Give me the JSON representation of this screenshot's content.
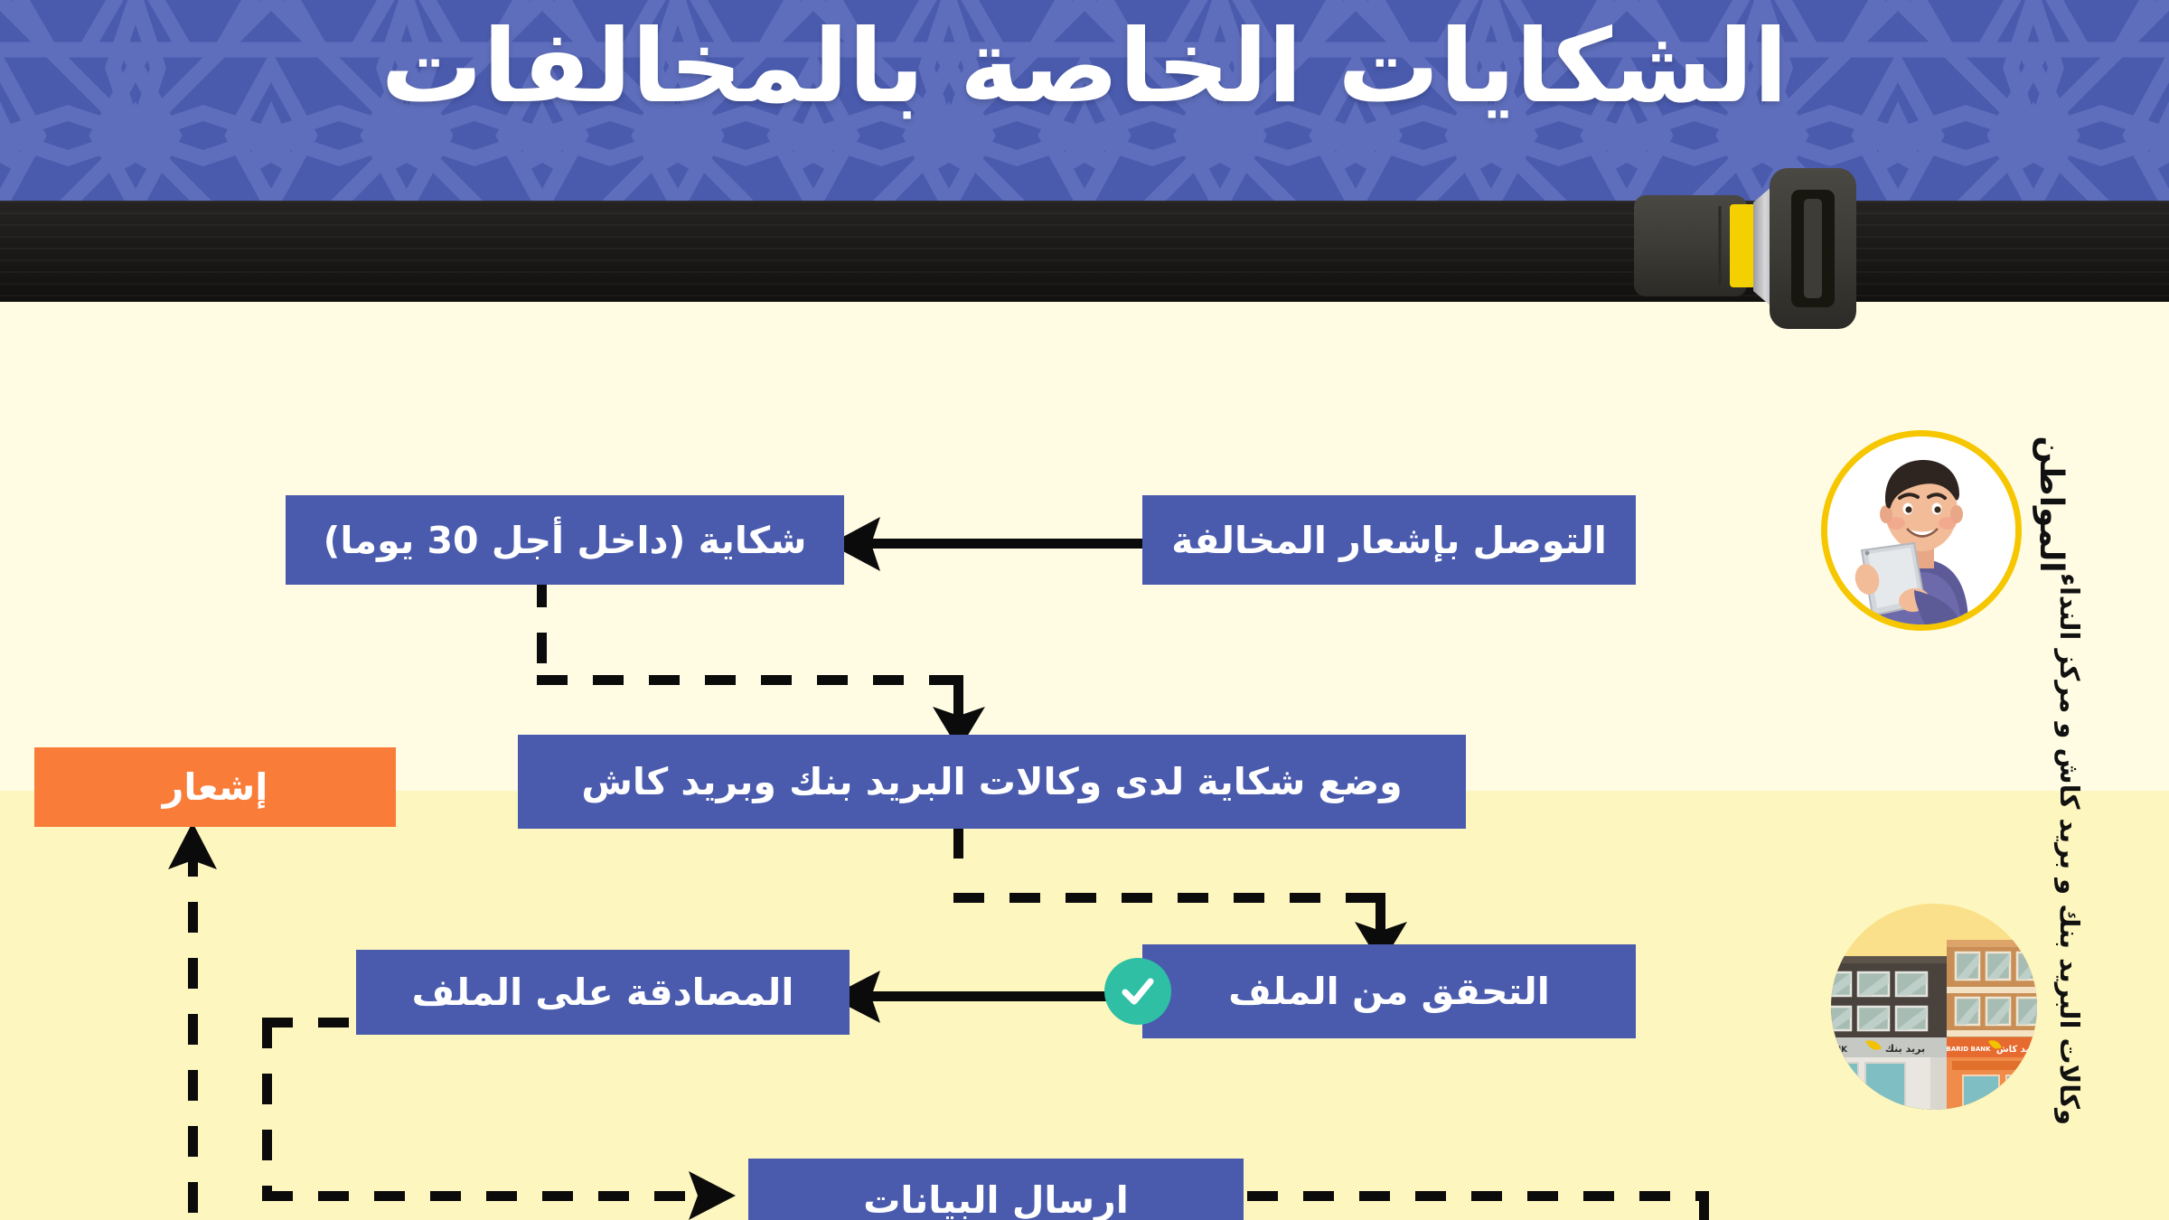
{
  "header": {
    "title": "الشكايات الخاصة بالمخالفات",
    "background_color": "#4A5BAE",
    "pattern_color": "#5E6EBC",
    "title_color": "#FFFFFF"
  },
  "belt": {
    "strap_color": "#1B1A18",
    "buckle_body_color": "#3B3A35",
    "buckle_button_color": "#F5D000",
    "tongue_color": "#C9C9CB"
  },
  "canvas": {
    "background_top": "#FFFCE3",
    "background_bottom": "#FDF6BE"
  },
  "theme": {
    "node_blue": "#4A5BAE",
    "node_orange": "#F97C39",
    "check_green": "#2EBFA5",
    "connector_black": "#0B0B0B",
    "avatar_ring_yellow": "#F6C700",
    "avatar_disc_yellow": "#FAE08A"
  },
  "lanes": [
    {
      "id": "citizen",
      "label": "المواطن"
    },
    {
      "id": "agencies",
      "label": "وكالات البريد بنك و بريد كاش و مركز النداء"
    }
  ],
  "nodes": [
    {
      "id": "notice",
      "label": "التوصل بإشعار المخالفة",
      "color": "#4A5BAE"
    },
    {
      "id": "complaint",
      "label": "شكاية (داخل أجل 30 يوما)",
      "color": "#4A5BAE"
    },
    {
      "id": "file_claim",
      "label": "وضع شكاية لدى وكالات البريد بنك وبريد كاش",
      "color": "#4A5BAE"
    },
    {
      "id": "notification",
      "label": "إشعار",
      "color": "#F97C39"
    },
    {
      "id": "verify",
      "label": "التحقق من الملف",
      "color": "#4A5BAE"
    },
    {
      "id": "approve",
      "label": "المصادقة على الملف",
      "color": "#4A5BAE"
    },
    {
      "id": "send_data",
      "label": "ارسال البيانات",
      "color": "#4A5BAE"
    }
  ],
  "edges": [
    {
      "from": "notice",
      "to": "complaint",
      "style": "solid",
      "direction": "left"
    },
    {
      "from": "complaint",
      "to": "file_claim",
      "style": "dashed",
      "direction": "down"
    },
    {
      "from": "file_claim",
      "to": "verify",
      "style": "dashed",
      "direction": "down"
    },
    {
      "from": "verify",
      "to": "approve",
      "style": "solid",
      "direction": "left"
    },
    {
      "from": "approve",
      "to": "send_data",
      "style": "dashed",
      "direction": "down-right"
    },
    {
      "from": "send_data",
      "to": "notification",
      "style": "dashed",
      "direction": "up"
    }
  ],
  "badges": [
    {
      "id": "verify-check",
      "icon": "check-icon",
      "color": "#2EBFA5",
      "glyph": "✓"
    }
  ],
  "illustrations": [
    {
      "id": "citizen-avatar",
      "name": "man-with-tablet-illustration"
    },
    {
      "id": "agency-avatar",
      "name": "bank-buildings-illustration",
      "signs": [
        "بريد بنك",
        "بريد كاش",
        "BARID BANK"
      ]
    }
  ]
}
